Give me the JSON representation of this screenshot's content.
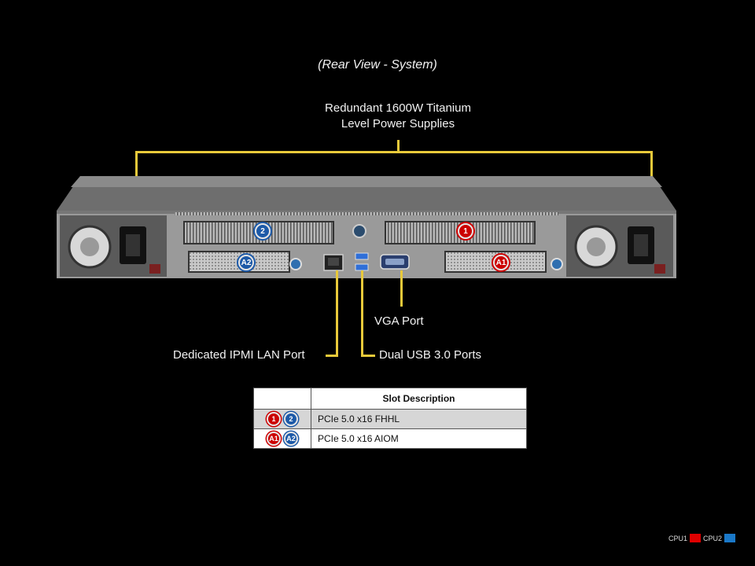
{
  "diagram": {
    "title": "(Rear View - System)",
    "psu_label_line1": "Redundant 1600W Titanium",
    "psu_label_line2": "Level Power Supplies",
    "vga_label": "VGA Port",
    "ipmi_label": "Dedicated IPMI LAN Port",
    "usb_label": "Dual USB 3.0 Ports",
    "slot_badges": {
      "slot1": "1",
      "slot2": "2",
      "slotA1": "A1",
      "slotA2": "A2"
    }
  },
  "slot_table": {
    "header": "Slot Description",
    "rows": [
      {
        "badges": [
          "1",
          "2"
        ],
        "description": "PCIe 5.0 x16 FHHL"
      },
      {
        "badges": [
          "A1",
          "A2"
        ],
        "description": "PCIe 5.0 x16 AIOM"
      }
    ]
  },
  "legend": {
    "cpu1_label": "CPU1",
    "cpu2_label": "CPU2",
    "cpu1_color": "#e00000",
    "cpu2_color": "#1a78c8"
  }
}
